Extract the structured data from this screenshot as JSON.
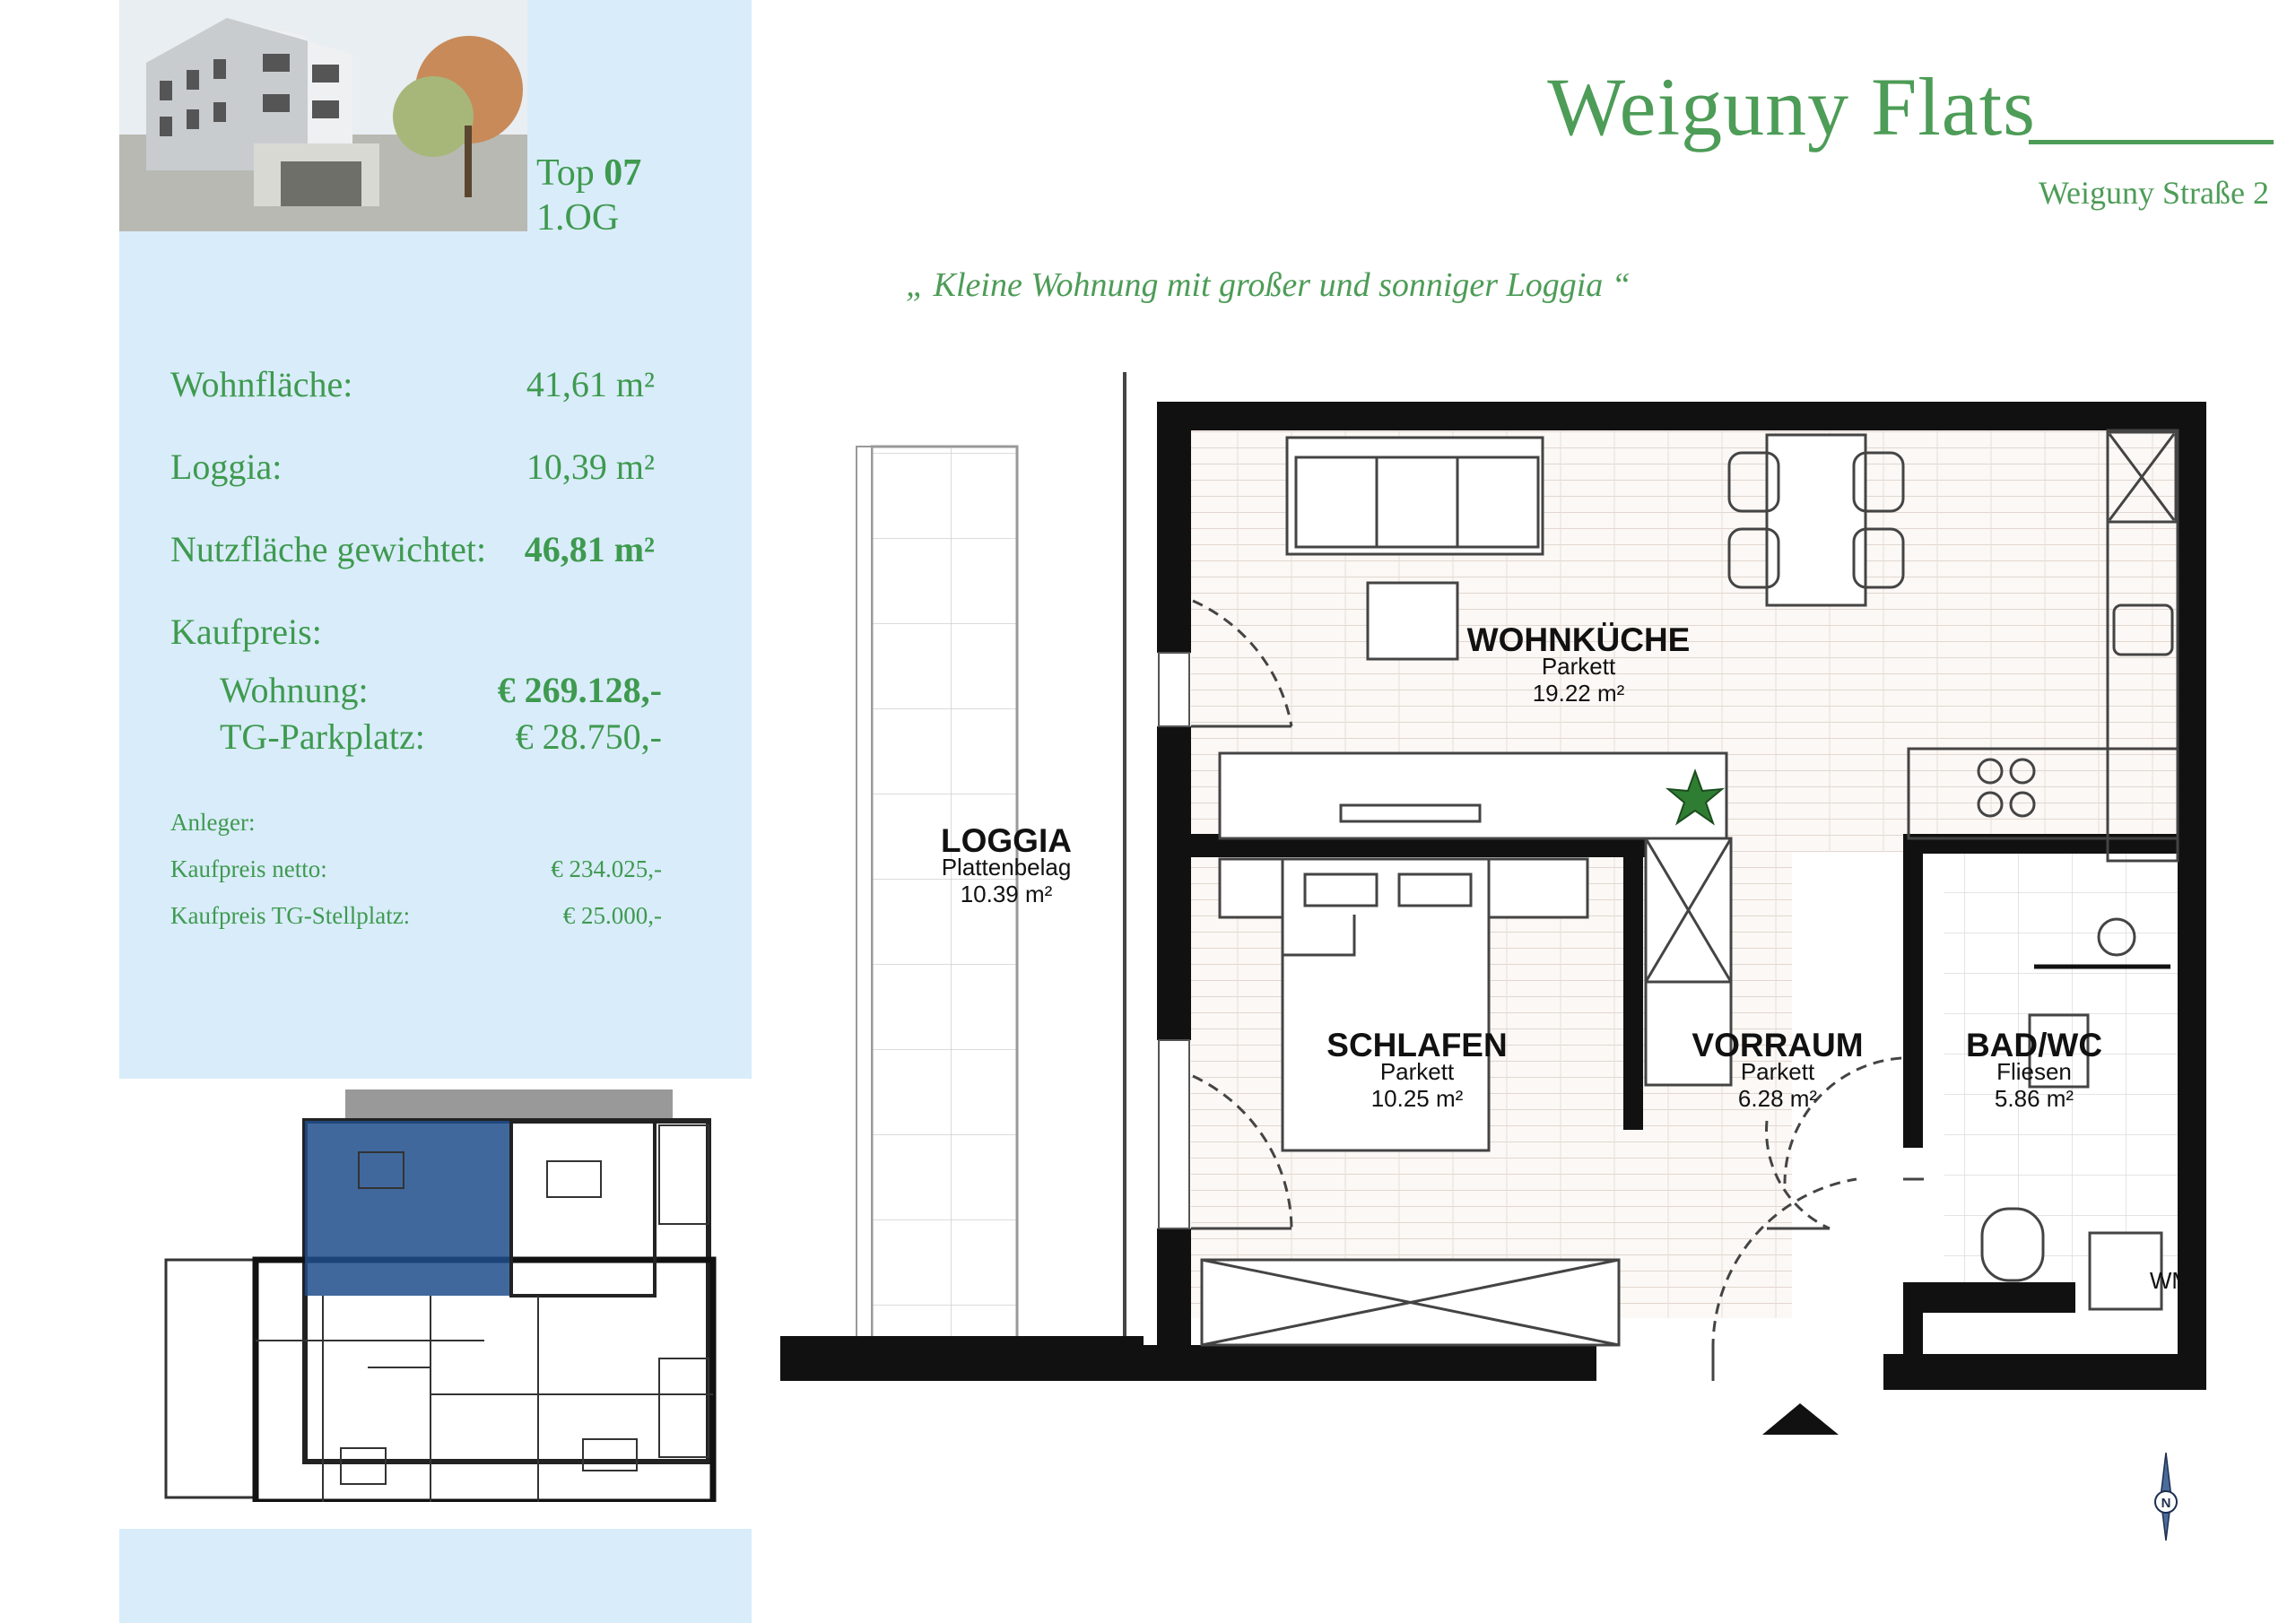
{
  "header": {
    "title": "Weiguny Flats",
    "address": "Weiguny Straße 2",
    "tagline": "„ Kleine Wohnung mit großer und sonniger Loggia “"
  },
  "unit": {
    "top_label": "Top",
    "top_number": "07",
    "floor": "1.OG"
  },
  "areas": {
    "wohnflaeche_label": "Wohnfläche:",
    "wohnflaeche_value": "41,61 m²",
    "loggia_label": "Loggia:",
    "loggia_value": "10,39 m²",
    "nutzflaeche_label": "Nutzfläche gewichtet:",
    "nutzflaeche_value": "46,81 m²"
  },
  "prices": {
    "kaufpreis_label": "Kaufpreis:",
    "wohnung_label": "Wohnung:",
    "wohnung_value": "€ 269.128,-",
    "parkplatz_label": "TG-Parkplatz:",
    "parkplatz_value": "€ 28.750,-"
  },
  "investor": {
    "heading": "Anleger:",
    "netto_label": "Kaufpreis netto:",
    "netto_value": "€ 234.025,-",
    "stellplatz_label": "Kaufpreis TG-Stellplatz:",
    "stellplatz_value": "€ 25.000,-"
  },
  "rooms": {
    "wohnkueche": {
      "name": "WOHNKÜCHE",
      "floor": "Parkett",
      "area": "19.22 m²"
    },
    "loggia": {
      "name": "LOGGIA",
      "floor": "Plattenbelag",
      "area": "10.39 m²"
    },
    "schlafen": {
      "name": "SCHLAFEN",
      "floor": "Parkett",
      "area": "10.25 m²"
    },
    "vorraum": {
      "name": "VORRAUM",
      "floor": "Parkett",
      "area": "6.28 m²"
    },
    "bad": {
      "name": "BAD/WC",
      "floor": "Fliesen",
      "area": "5.86 m²"
    },
    "wm": "WM"
  },
  "compass": "N",
  "colors": {
    "panel_blue": "#d9ecfa",
    "brand_green": "#4d9c57",
    "highlight_blue": "#1f4e8c"
  }
}
